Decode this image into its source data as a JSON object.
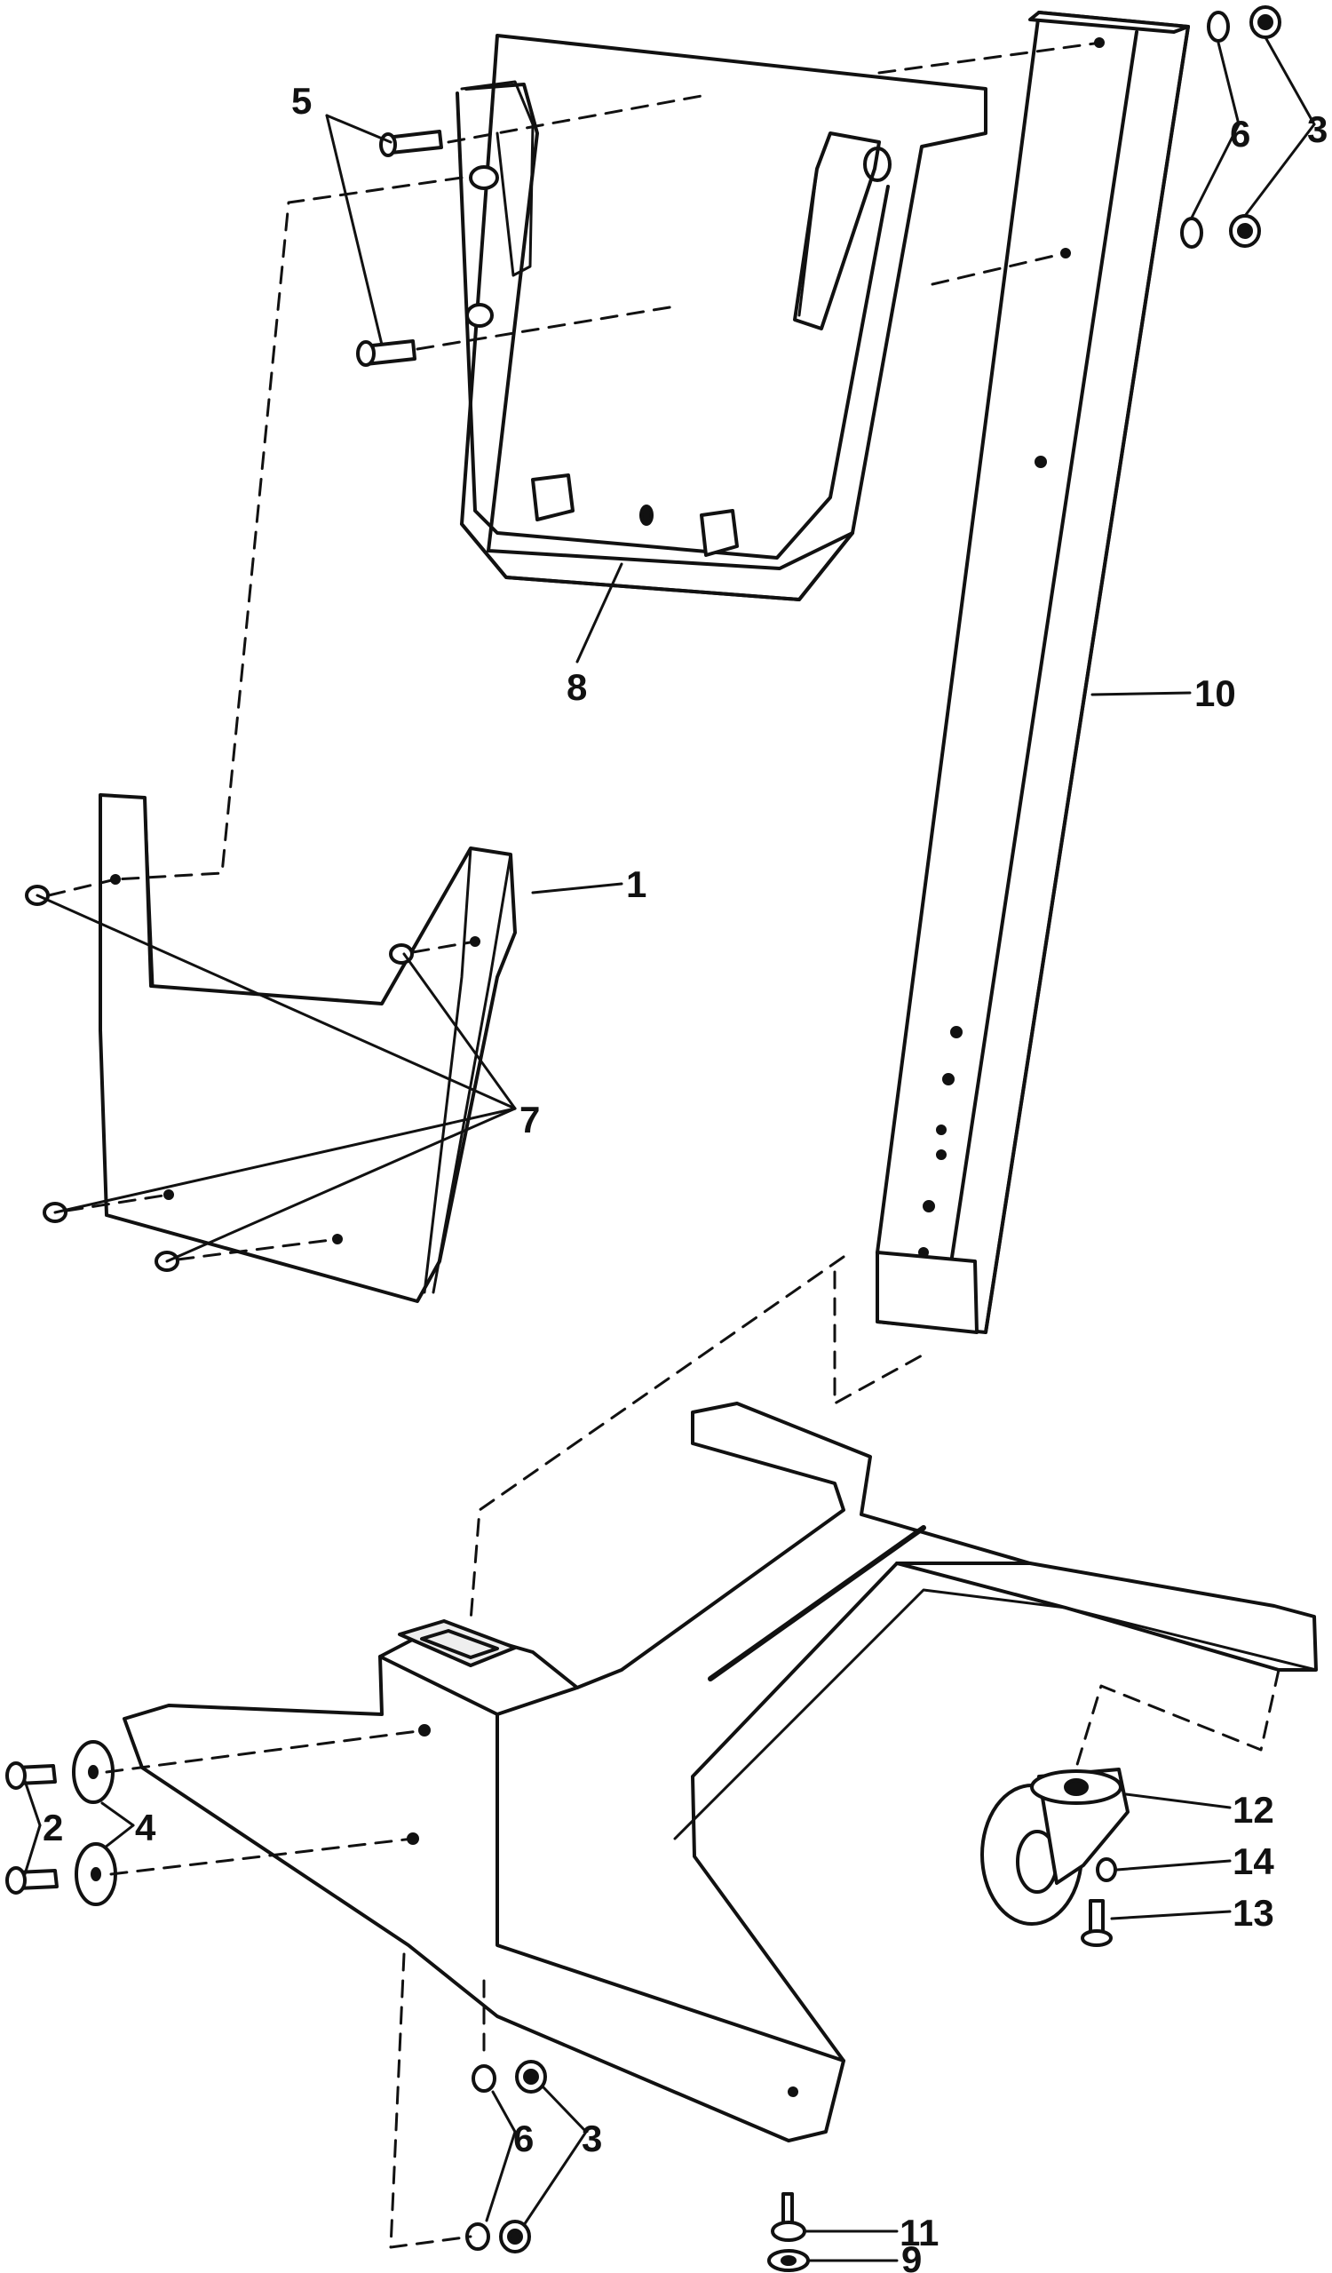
{
  "callouts": {
    "c1": "1",
    "c2": "2",
    "c3_top": "3",
    "c3_bottom": "3",
    "c4": "4",
    "c5": "5",
    "c6_top": "6",
    "c6_bottom": "6",
    "c7": "7",
    "c8": "8",
    "c9": "9",
    "c10": "10",
    "c11": "11",
    "c12": "12",
    "c13": "13",
    "c14": "14"
  },
  "colors": {
    "ink": "#111111",
    "paper": "#ffffff",
    "shade": "#eeeeee"
  }
}
